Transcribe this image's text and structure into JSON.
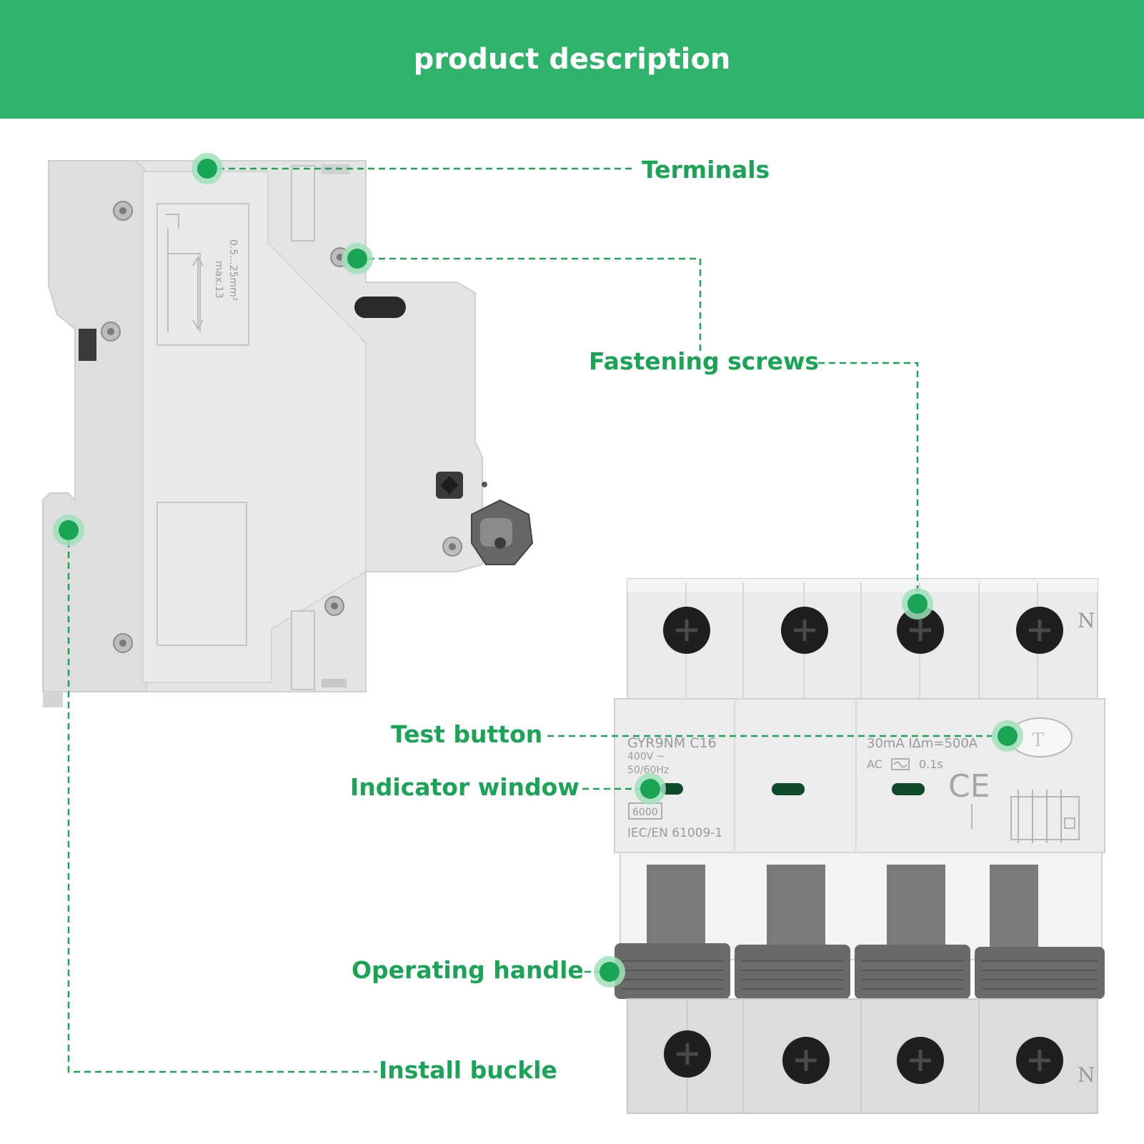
{
  "banner": {
    "title": "product description",
    "color": "#2fb36a"
  },
  "accent_color": "#1aa556",
  "callouts": {
    "terminals": "Terminals",
    "fastening_screws": "Fastening screws",
    "test_button": "Test button",
    "indicator_window": "Indicator window",
    "operating_handle": "Operating handle",
    "install_buckle": "Install buckle"
  },
  "side_view": {
    "wire_spec": "0.5...25mm²",
    "max_spec": "max.13"
  },
  "front_view": {
    "model": "GYR9NM  C16",
    "voltage": "400V ~",
    "frequency": "50/60Hz",
    "breaking_capacity": "6000",
    "standard": "IEC/EN 61009-1",
    "rating": "30mA  I∆m=500A",
    "type_ac": "AC",
    "trip_time": "0.1s",
    "ce_mark": "CE",
    "neutral_label_top": "N",
    "neutral_label_bottom": "N",
    "test_label": "T"
  }
}
